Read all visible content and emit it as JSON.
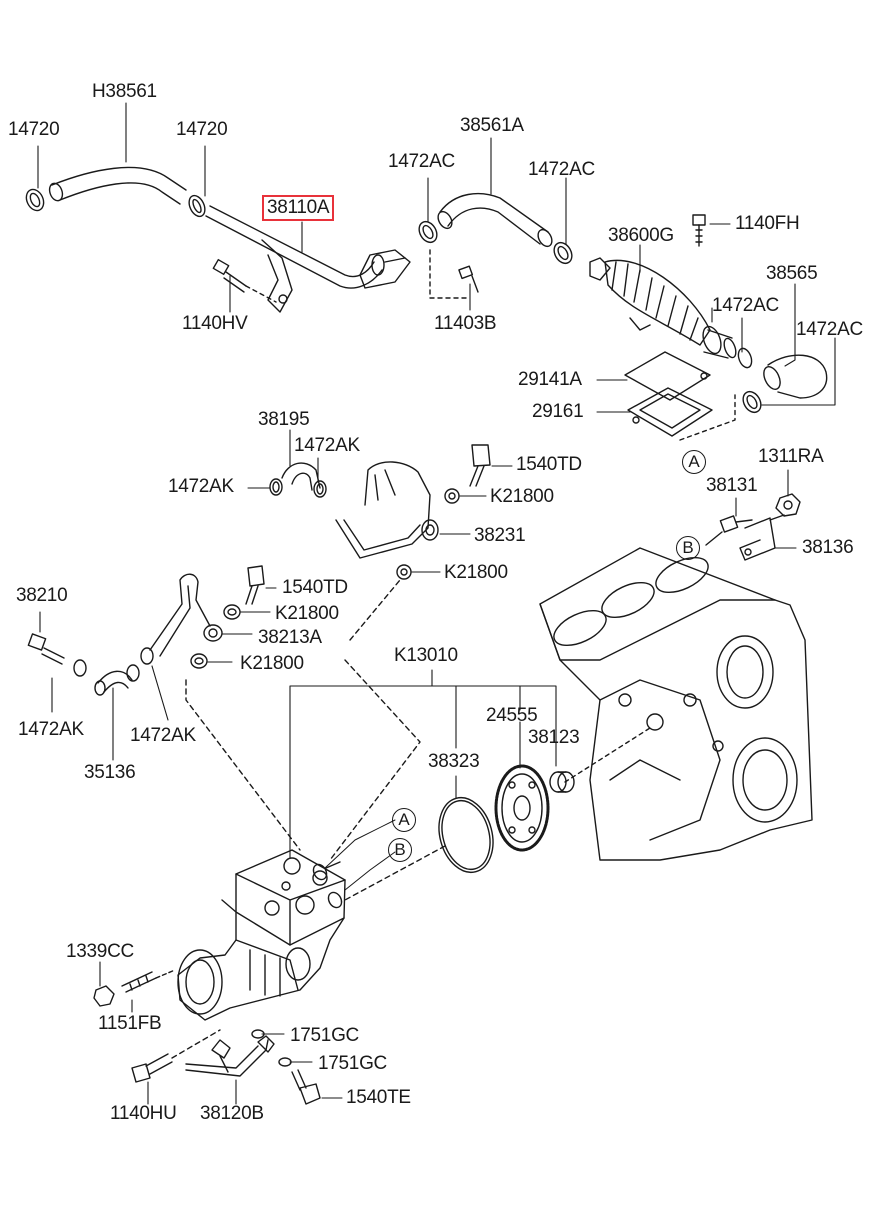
{
  "colors": {
    "line": "#1a1a1a",
    "highlight": "#e8323a",
    "background": "#ffffff"
  },
  "labels": {
    "l_14720_left": "14720",
    "l_h38561": "H38561",
    "l_14720_right": "14720",
    "l_38110a": "38110A",
    "l_1472ac_a": "1472AC",
    "l_38561a": "38561A",
    "l_1472ac_b": "1472AC",
    "l_1140fh": "1140FH",
    "l_38600g": "38600G",
    "l_38565": "38565",
    "l_1472ac_c": "1472AC",
    "l_1472ac_d": "1472AC",
    "l_1140hv": "1140HV",
    "l_11403b": "11403B",
    "l_29141a": "29141A",
    "l_29161": "29161",
    "l_38195": "38195",
    "l_1472ak_top": "1472AK",
    "l_1540td_top": "1540TD",
    "l_1472ak_left": "1472AK",
    "l_k21800_a": "K21800",
    "l_1311ra": "1311RA",
    "l_38131": "38131",
    "l_38231": "38231",
    "l_38136": "38136",
    "l_k21800_b": "K21800",
    "l_38210": "38210",
    "l_1540td_mid": "1540TD",
    "l_k21800_c": "K21800",
    "l_38213a": "38213A",
    "l_k13010": "K13010",
    "l_k21800_d": "K21800",
    "l_24555": "24555",
    "l_1472ak_b1": "1472AK",
    "l_1472ak_b2": "1472AK",
    "l_38323": "38323",
    "l_38123": "38123",
    "l_35136": "35136",
    "l_1339cc": "1339CC",
    "l_1151fb": "1151FB",
    "l_1751gc_a": "1751GC",
    "l_1751gc_b": "1751GC",
    "l_1540te": "1540TE",
    "l_1140hu": "1140HU",
    "l_38120b": "38120B"
  },
  "refs": {
    "ref_a1": "A",
    "ref_b1": "B",
    "ref_a2": "A",
    "ref_b2": "B"
  }
}
